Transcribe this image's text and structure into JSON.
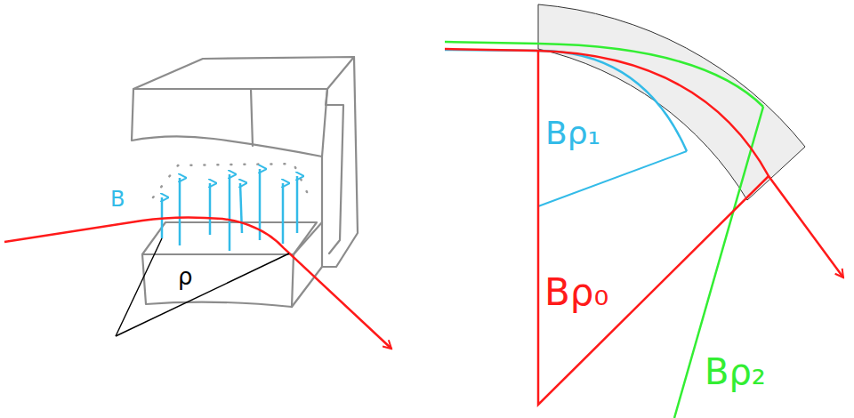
{
  "diagram": {
    "labels": [
      "B",
      "ρ",
      "Bρ₁",
      "Bρ₀",
      "Bρ₂"
    ]
  }
}
